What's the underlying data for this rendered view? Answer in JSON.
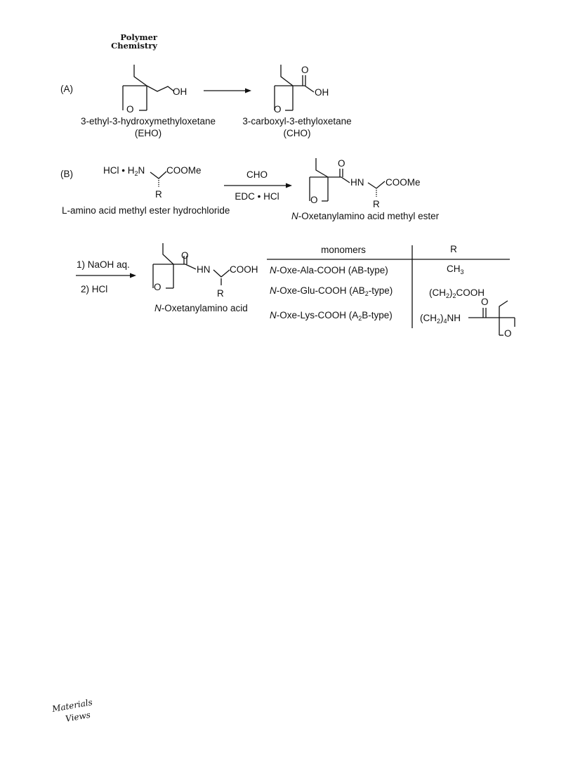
{
  "header": {
    "journal_line1": "Polymer",
    "journal_line2": "Chemistry"
  },
  "scheme": {
    "panel_a": {
      "label": "(A)",
      "eho_group": "OH",
      "ring_o": "O",
      "cho_carbonyl_o": "O",
      "cho_group": "OH",
      "eho_name": "3-ethyl-3-hydroxymethyloxetane",
      "eho_abbr": "(EHO)",
      "cho_name": "3-carboxyl-3-ethyloxetane",
      "cho_abbr": "(CHO)"
    },
    "panel_b": {
      "label": "(B)",
      "reactant_salt": "HCl • H",
      "reactant_sub": "2",
      "reactant_n": "N",
      "reactant_ester": "COOMe",
      "reactant_r": "R",
      "reagent_top": "CHO",
      "reagent_bottom": "EDC • HCl",
      "reactant_name": "L-amino acid methyl ester hydrochloride",
      "product_hn": "HN",
      "product_ester": "COOMe",
      "product_r": "R",
      "product_o": "O",
      "product_ring_o": "O",
      "product_italic": "N",
      "product_name": "-Oxetanylamino acid methyl ester"
    },
    "step_c": {
      "reagent_1": "1) NaOH aq.",
      "reagent_2": "2) HCl",
      "acid_hn": "HN",
      "acid_group": "COOH",
      "acid_r": "R",
      "acid_o": "O",
      "acid_ring_o": "O",
      "acid_italic": "N",
      "acid_name": "-Oxetanylamino acid"
    },
    "table": {
      "headers": [
        "monomers",
        "R"
      ],
      "rows": [
        {
          "italic": "N",
          "prefix": "-Oxe-Ala-COOH (AB-type)",
          "sub": "",
          "suffix": "",
          "r": "CH",
          "r_sub": "3",
          "r_tail": ""
        },
        {
          "italic": "N",
          "prefix": "-Oxe-Glu-COOH (AB",
          "sub": "2",
          "suffix": "-type)",
          "r": "(CH",
          "r_sub": "2",
          "r_tail": ")",
          "r_sub2": "2",
          "r_tail2": "COOH"
        },
        {
          "italic": "N",
          "prefix": "-Oxe-Lys-COOH (A",
          "sub": "2",
          "suffix": "B-type)",
          "r": "(CH",
          "r_sub": "2",
          "r_tail": ")",
          "r_sub2": "4",
          "r_tail2": "NH"
        }
      ],
      "lys_o": "O",
      "lys_ring_o": "O"
    }
  },
  "footer": {
    "logo_line1": "Materials",
    "logo_line2": "Views"
  }
}
